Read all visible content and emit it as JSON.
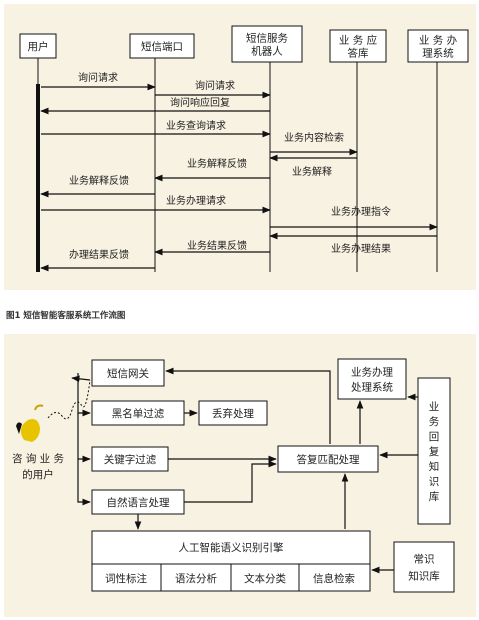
{
  "figure1": {
    "caption": "图1 短信智能客服系统工作流图",
    "actors": [
      "用户",
      "短信端口",
      "短信服务\n机器人",
      "业 务 应\n答库",
      "业 务 办\n理系统"
    ],
    "messages": [
      "询问请求",
      "询问请求",
      "询问响应回复",
      "业务查询请求",
      "业务内容检索",
      "业务解释",
      "业务解释反馈",
      "业务解释反馈",
      "业务办理请求",
      "业务办理指令",
      "业务办理结果",
      "业务办理结果",
      "业务结果反馈",
      "办理结果反馈"
    ]
  },
  "figure2": {
    "boxes": {
      "sms_gateway": "短信网关",
      "blacklist": "黑名单过滤",
      "discard": "丢弃处理",
      "keyword": "关键字过滤",
      "reply_match": "答复匹配处理",
      "nlp": "自然语言处理",
      "biz_system": "业务办理\n处理系统",
      "biz_kb": "业\n务\n回\n复\n知\n识\n库",
      "ai_engine": "人工智能语义识别引擎",
      "pos": "词性标注",
      "syntax": "语法分析",
      "textcls": "文本分类",
      "retrieval": "信息检索",
      "common_kb": "常识\n知识库"
    },
    "user_label": "咨 询 业 务\n的用户"
  }
}
